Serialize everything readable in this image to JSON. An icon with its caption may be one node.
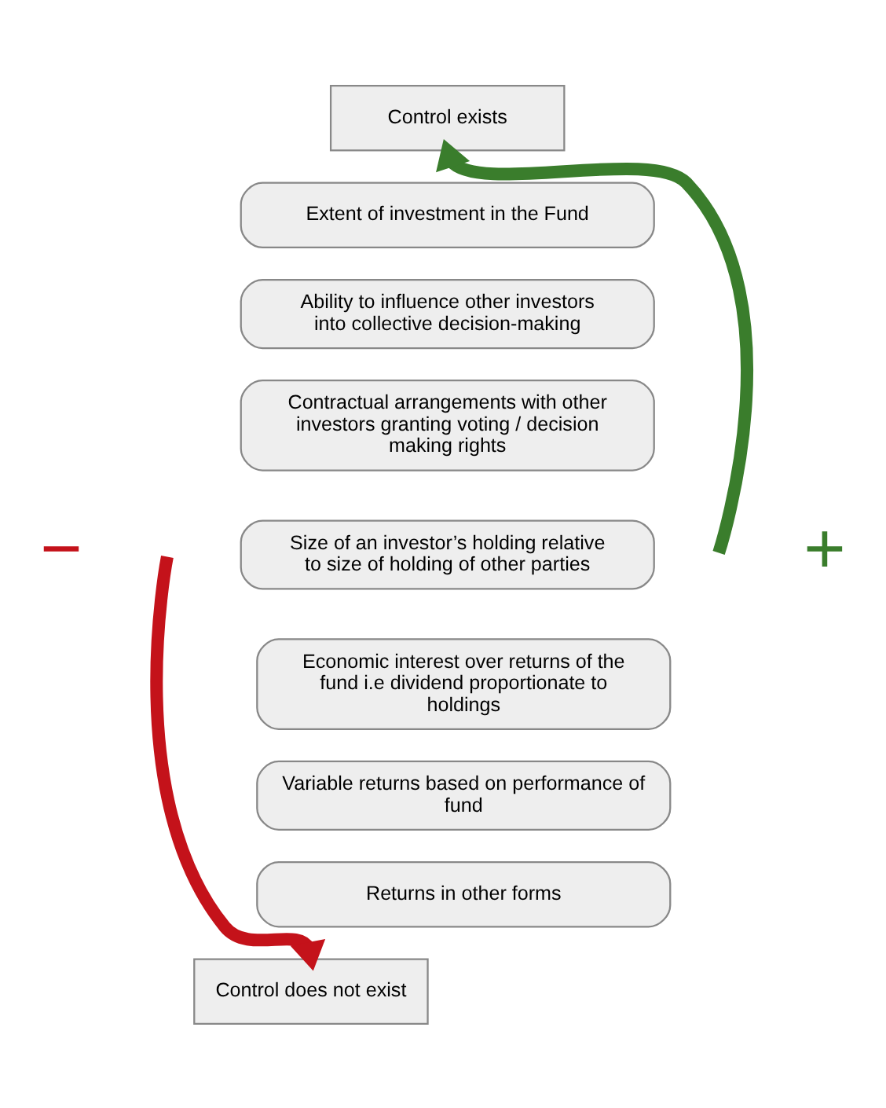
{
  "diagram": {
    "nodes": [
      {
        "text": [
          "Control exists"
        ]
      },
      {
        "text": [
          "Extent of investment in the Fund"
        ]
      },
      {
        "text": [
          "Ability to influence other investors into collective decision-making"
        ]
      },
      {
        "text": [
          "Contractual arrangements with other investors granting voting / decision making rights"
        ]
      },
      {
        "text": [
          "Size of an investor’s holding relative to size of holding of other parties"
        ]
      },
      {
        "text": [
          "Economic interest over returns of the fund i.e dividend proportionate to holdings"
        ]
      },
      {
        "text": [
          "Variable returns based on performance of fund"
        ]
      },
      {
        "text": [
          "Returns in other forms"
        ]
      },
      {
        "text": [
          "Control does not exist"
        ]
      }
    ],
    "edges": [
      {
        "from": null,
        "to": 0,
        "arrow": "to",
        "color": "#3a7d2c"
      },
      {
        "from": null,
        "to": 8,
        "arrow": "to",
        "color": "#c4121a"
      }
    ],
    "labels": [
      "+",
      "−"
    ]
  }
}
